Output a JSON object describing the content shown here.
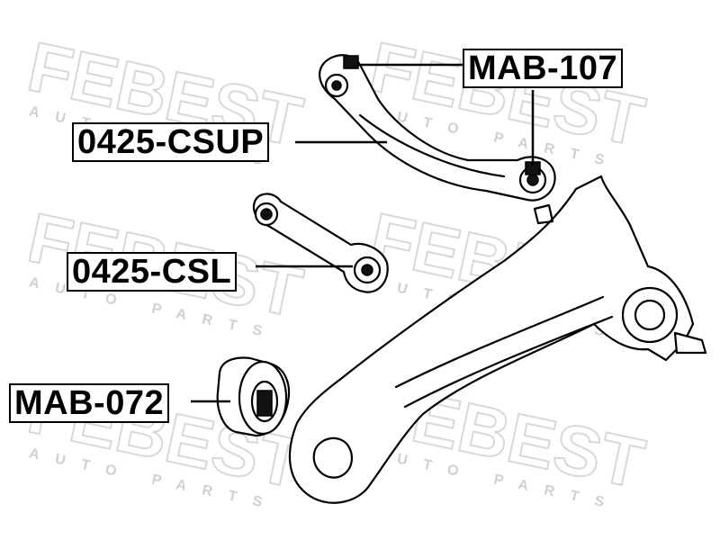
{
  "watermark": {
    "brand": "FEBEST",
    "tagline": "AUTO PARTS"
  },
  "labels": {
    "mab107": "MAB-107",
    "csup": "0425-CSUP",
    "csl": "0425-CSL",
    "mab072": "MAB-072"
  },
  "colors": {
    "ink": "#000000",
    "watermark": "#d8d8d8",
    "background": "#ffffff"
  }
}
